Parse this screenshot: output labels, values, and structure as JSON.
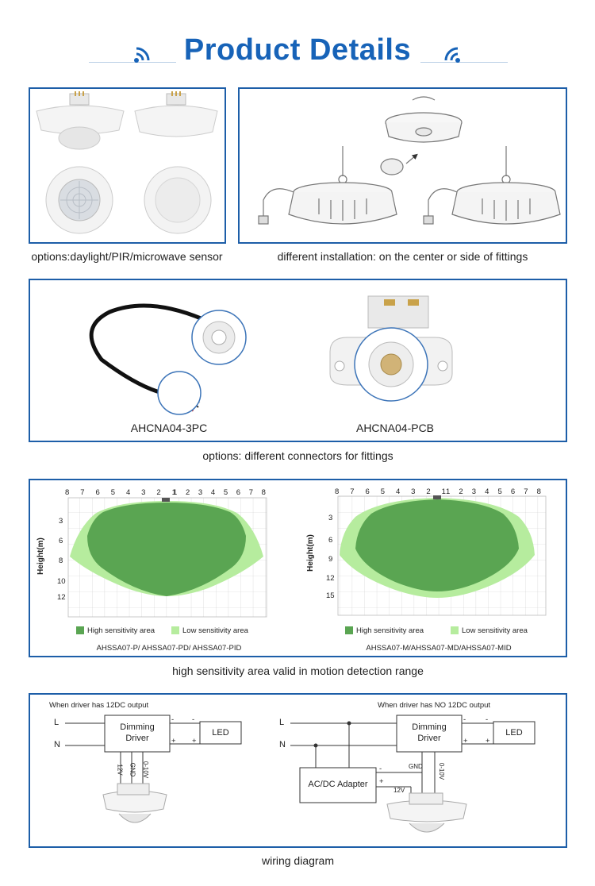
{
  "header": {
    "title": "Product Details",
    "left_icon": "wifi-signal-icon",
    "right_icon": "wifi-signal-icon",
    "accent_color": "#1763b8"
  },
  "section1": {
    "caption_left": "options:daylight/PIR/microwave sensor",
    "caption_right": "different installation: on the center or side of fittings"
  },
  "section2": {
    "product_left": "AHCNA04-3PC",
    "product_right": "AHCNA04-PCB",
    "caption": "options: different connectors for fittings"
  },
  "section3": {
    "caption": "high sensitivity area valid in motion detection range",
    "high_legend": "High sensitivity area",
    "low_legend": "Low sensitivity area",
    "high_color": "#5aa552",
    "low_color": "#b6ec9e",
    "left_chart": {
      "ylabel": "Height(m)",
      "x_ticks_left": [
        "8",
        "7",
        "6",
        "5",
        "4",
        "3",
        "2",
        "1"
      ],
      "x_ticks_right": [
        "1",
        "2",
        "3",
        "4",
        "5",
        "6",
        "7",
        "8"
      ],
      "y_ticks": [
        "3",
        "6",
        "8",
        "10",
        "12"
      ],
      "models": "AHSSA07-P/ AHSSA07-PD/ AHSSA07-PID"
    },
    "right_chart": {
      "ylabel": "Height(m)",
      "x_ticks_left": [
        "8",
        "7",
        "6",
        "5",
        "4",
        "3",
        "2",
        "1"
      ],
      "x_ticks_right": [
        "1",
        "2",
        "3",
        "4",
        "5",
        "6",
        "7",
        "8"
      ],
      "y_ticks": [
        "3",
        "6",
        "9",
        "12",
        "15"
      ],
      "models": "AHSSA07-M/AHSSA07-MD/AHSSA07-MID"
    }
  },
  "section4": {
    "caption": "wiring diagram",
    "left_title": "When driver has 12DC output",
    "right_title": "When driver has NO 12DC output",
    "L": "L",
    "N": "N",
    "driver_line1": "Dimming",
    "driver_line2": "Driver",
    "led": "LED",
    "adapter": "AC/DC Adapter",
    "w12v": "12V",
    "gnd": "GND",
    "w010v": "0-10V",
    "plus": "+",
    "minus": "-"
  }
}
